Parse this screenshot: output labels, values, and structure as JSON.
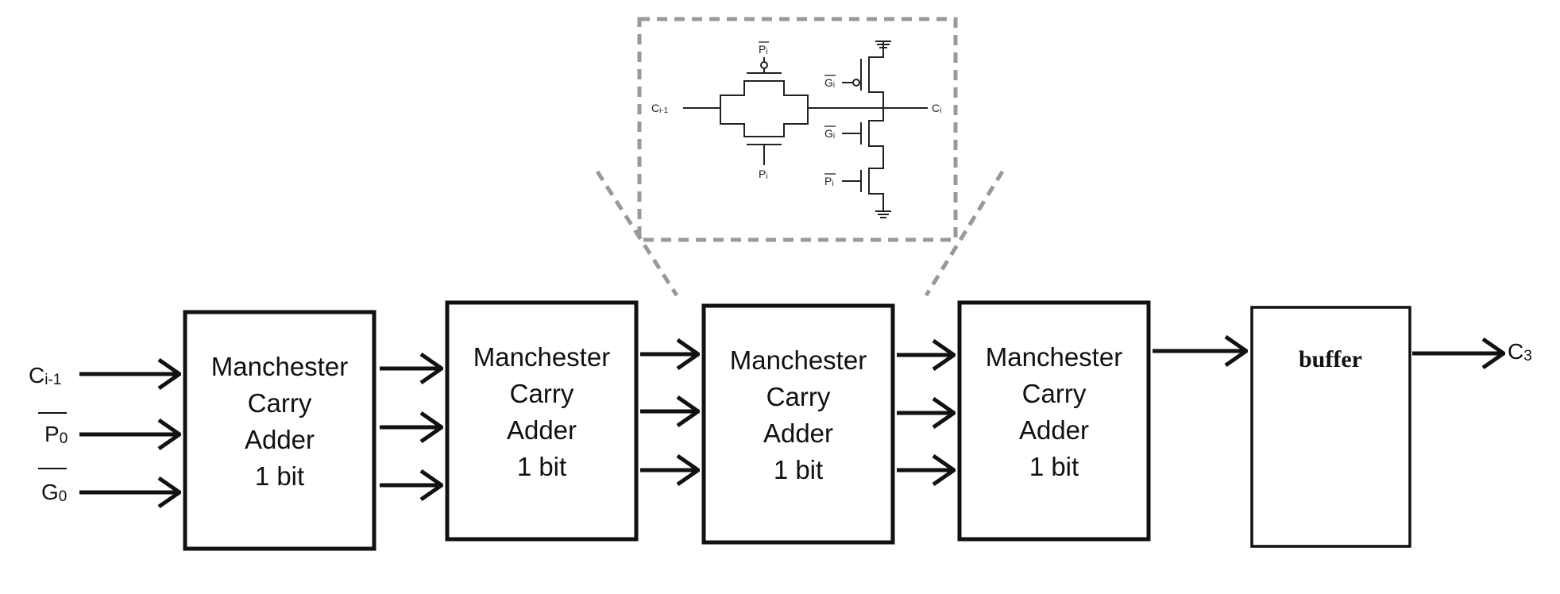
{
  "blocks": [
    {
      "line1": "Manchester",
      "line2": "Carry",
      "line3": "Adder",
      "line4": "1 bit"
    },
    {
      "line1": "Manchester",
      "line2": "Carry",
      "line3": "Adder",
      "line4": "1 bit"
    },
    {
      "line1": "Manchester",
      "line2": "Carry",
      "line3": "Adder",
      "line4": "1 bit"
    },
    {
      "line1": "Manchester",
      "line2": "Carry",
      "line3": "Adder",
      "line4": "1 bit"
    }
  ],
  "buffer": {
    "label": "buffer"
  },
  "inputs": {
    "carry_in": {
      "main": "C",
      "sub": "i-1"
    },
    "propagate": {
      "main": "P",
      "sub": "0"
    },
    "generate": {
      "main": "G",
      "sub": "0"
    }
  },
  "output": {
    "main": "C",
    "sub": "3"
  },
  "circuit": {
    "cin": {
      "main": "C",
      "sub": "i-1"
    },
    "cout": {
      "main": "C",
      "sub": "i"
    },
    "p_bar_top": {
      "main": "P",
      "sub": "i"
    },
    "p_bottom": {
      "main": "P",
      "sub": "i"
    },
    "g_bar_top": {
      "main": "G",
      "sub": "i"
    },
    "g_bar_mid": {
      "main": "G",
      "sub": "i"
    },
    "p_bar_low": {
      "main": "P",
      "sub": "i"
    }
  }
}
